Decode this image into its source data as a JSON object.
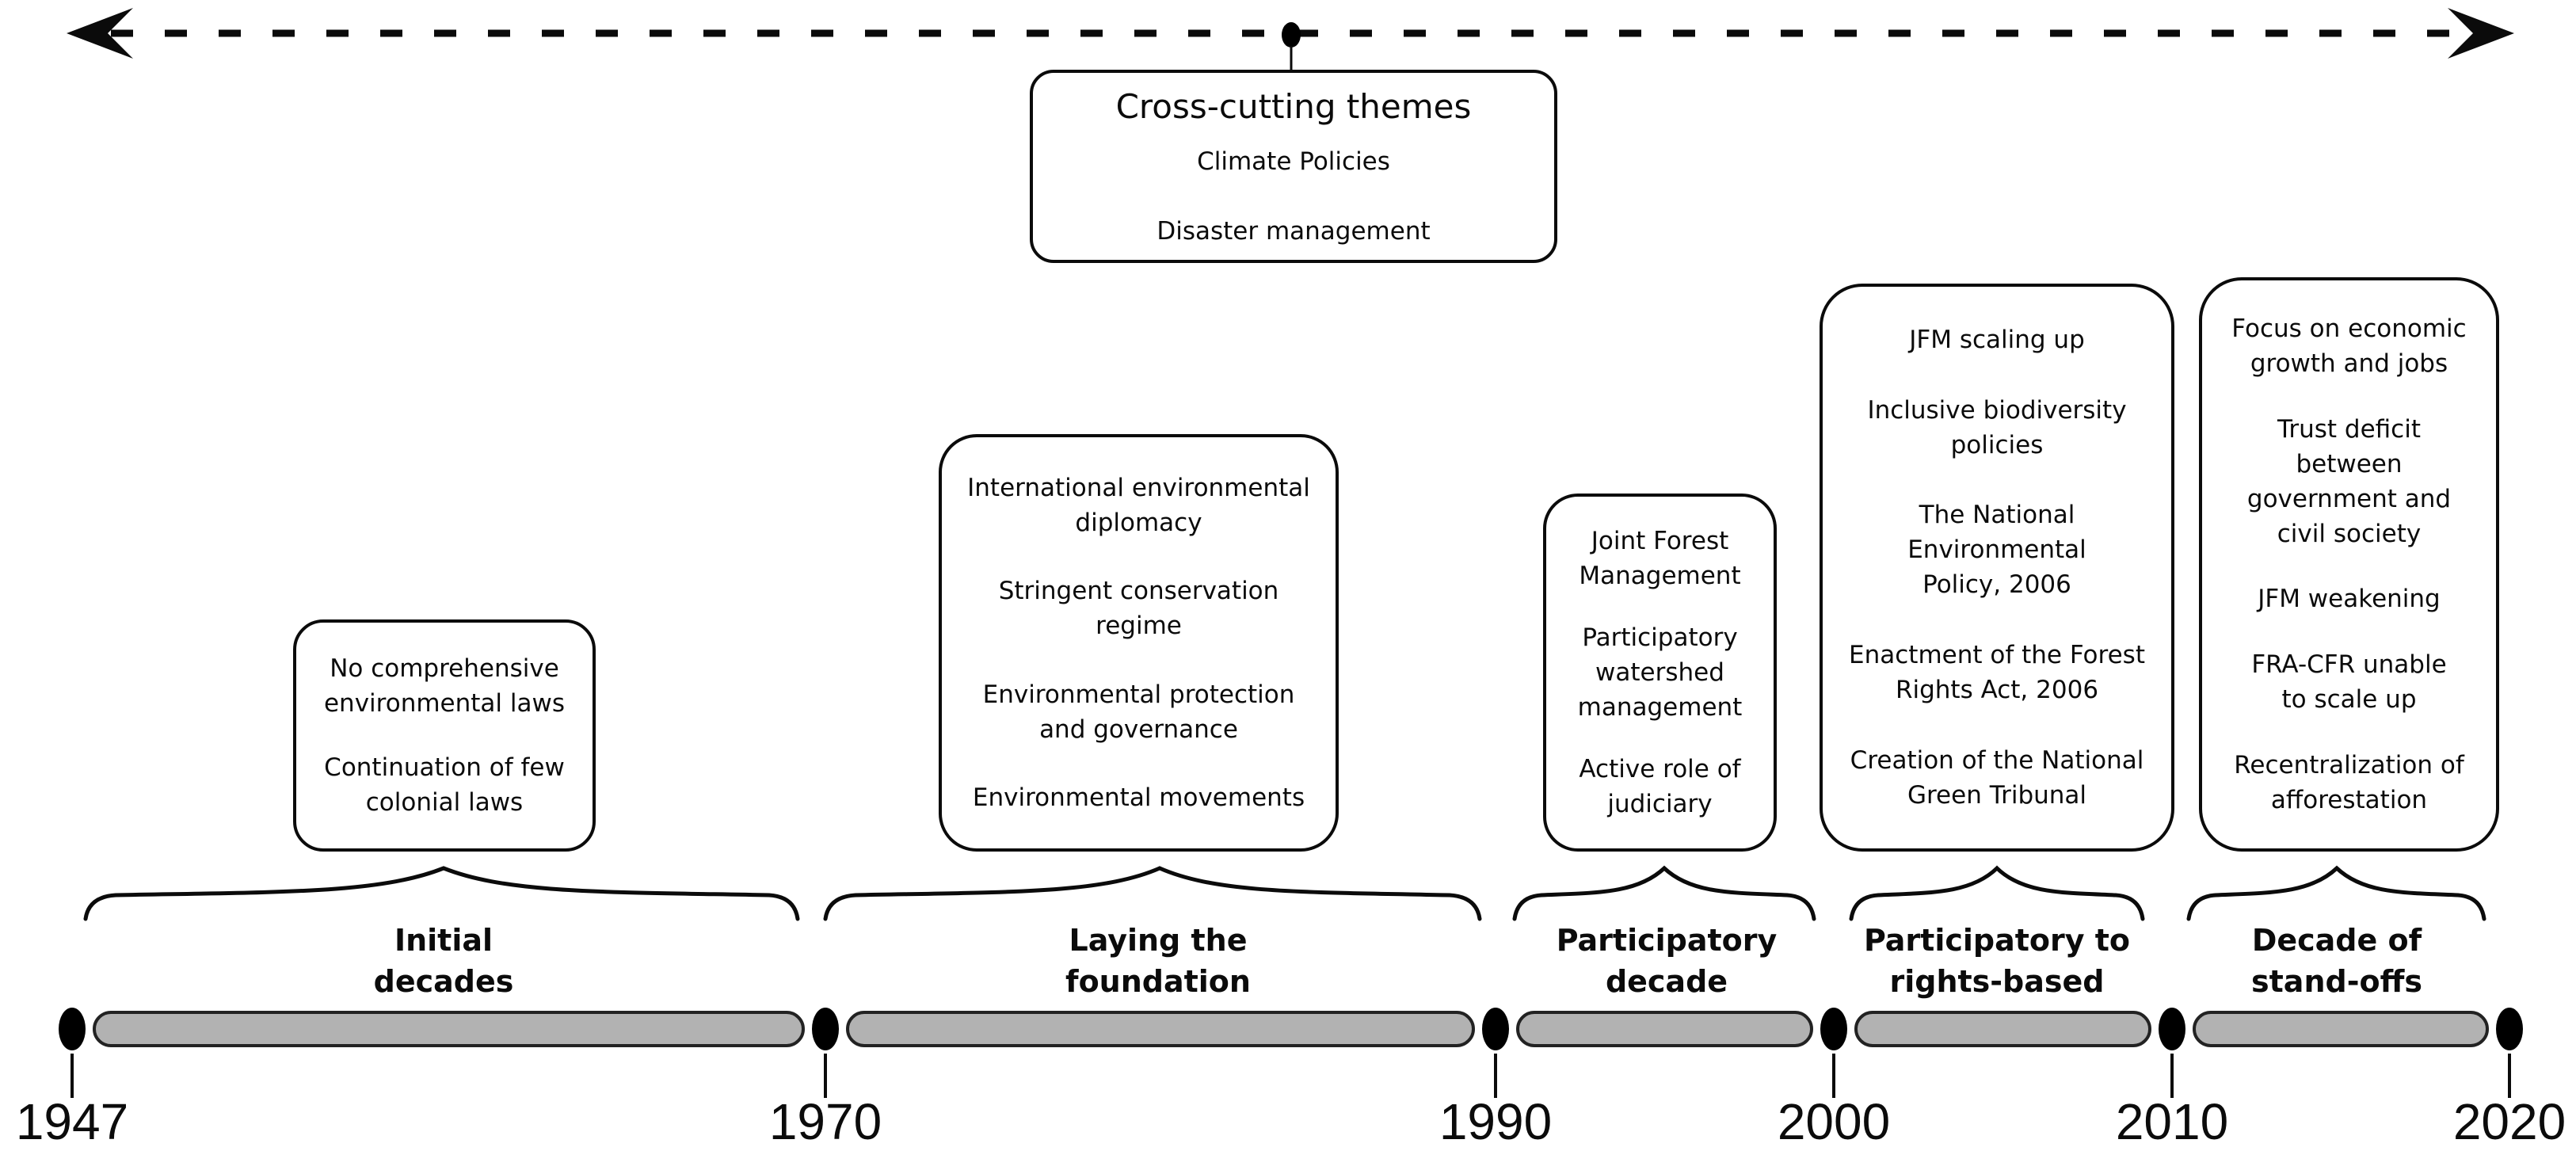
{
  "cross_cutting": {
    "title": "Cross-cutting themes",
    "items": [
      "Climate Policies",
      "Disaster management"
    ]
  },
  "era_boxes": [
    {
      "items": [
        "No comprehensive\nenvironmental laws",
        "Continuation of few\ncolonial laws"
      ]
    },
    {
      "items": [
        "International environmental\ndiplomacy",
        "Stringent conservation\nregime",
        "Environmental protection\nand governance",
        "Environmental movements"
      ]
    },
    {
      "items": [
        "Joint Forest\nManagement",
        "Participatory\nwatershed\nmanagement",
        "Active role of\njudiciary"
      ]
    },
    {
      "items": [
        "JFM scaling up",
        "Inclusive biodiversity\npolicies",
        "The National\nEnvironmental\nPolicy, 2006",
        "Enactment of the Forest\nRights Act, 2006",
        "Creation of the National\nGreen Tribunal"
      ]
    },
    {
      "items": [
        "Focus on economic\ngrowth and jobs",
        "Trust deficit\nbetween\ngovernment and\ncivil society",
        "JFM weakening",
        "FRA-CFR unable\nto scale up",
        "Recentralization of\nafforestation"
      ]
    }
  ],
  "era_labels": [
    "Initial\ndecades",
    "Laying the\nfoundation",
    "Participatory\ndecade",
    "Participatory to\nrights-based",
    "Decade of\nstand-offs"
  ],
  "years": [
    "1947",
    "1970",
    "1990",
    "2000",
    "2010",
    "2020"
  ],
  "icons": {
    "left_arrow": "left-arrowhead-icon",
    "right_arrow": "right-arrowhead-icon",
    "axis_marker": "axis-marker-dot"
  },
  "colors": {
    "background": "#ffffff",
    "stroke": "#0b0b0b",
    "timeline_bar_fill": "#b2b2b2",
    "timeline_bar_border": "#222222"
  }
}
